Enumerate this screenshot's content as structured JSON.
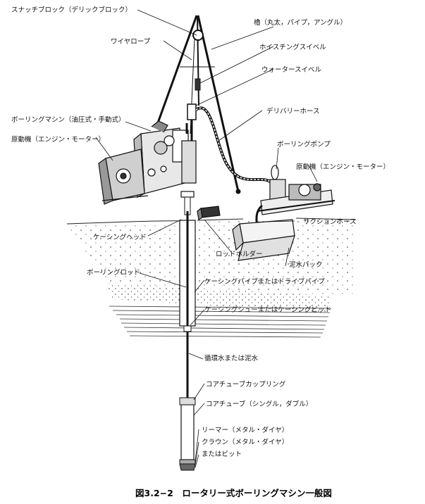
{
  "figure": {
    "caption": "図3.2−2　ロータリー式ボーリングマシン一般図",
    "labels": {
      "snatch_block": "スナッチブロック（デリックブロック）",
      "wire_rope": "ワイヤロープ",
      "derrick": "櫓（丸太，パイプ，アングル）",
      "hoisting_swivel": "ホイスチングスイベル",
      "water_swivel": "ウォータースイベル",
      "boring_machine": "ボーリングマシン（油圧式・手動式）",
      "delivery_hose": "デリバリーホース",
      "prime_mover_left": "原動機（エンジン・モーター）",
      "boring_pump": "ボーリングポンプ",
      "prime_mover_right": "原動機（エンジン・モーター）",
      "suction_hose": "サクションホース",
      "casing_head": "ケーシングヘッド",
      "rod_holder": "ロッドホルダー",
      "mud_tank": "泥水パック",
      "boring_rod": "ボーリングロッド",
      "casing_pipe": "ケーシングパイプまたはドライブパイプ",
      "casing_shoe": "ケーシングシューまたはケーシングビット",
      "circulating_water": "循環水または泥水",
      "core_tube_coupling": "コアチューブカップリング",
      "core_tube": "コアチューブ（シングル，ダブル）",
      "reamer": "リーマー（メタル・ダイヤ）",
      "crown": "クラウン（メタル・ダイヤ）",
      "or_bit": "またはビット"
    }
  }
}
